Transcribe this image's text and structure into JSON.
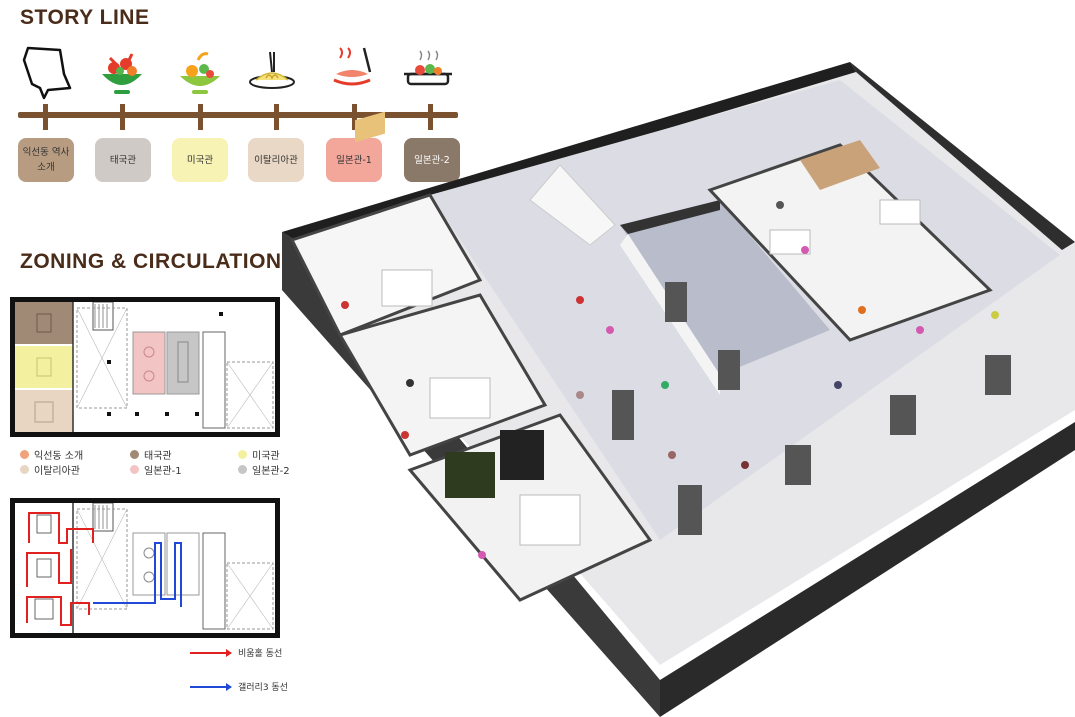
{
  "story_title": "STORY LINE",
  "zoning_title": "ZONING & CIRCULATION",
  "timeline": [
    {
      "label": "익선동 역사 소개",
      "color": "#b89c82",
      "icon": "map-icon"
    },
    {
      "label": "태국관",
      "color": "#cfcac5",
      "icon": "thai-food-icon"
    },
    {
      "label": "미국관",
      "color": "#f6f3b4",
      "icon": "american-food-icon"
    },
    {
      "label": "이탈리아관",
      "color": "#ead8c6",
      "icon": "italian-food-icon"
    },
    {
      "label": "일본관-1",
      "color": "#f3a69a",
      "icon": "japanese-food-1-icon"
    },
    {
      "label": "일본관-2",
      "color": "#8a7868",
      "icon": "japanese-food-2-icon"
    }
  ],
  "zone_legend": [
    {
      "label": "익선동 소개",
      "color": "#f0a27a"
    },
    {
      "label": "태국관",
      "color": "#a08a76"
    },
    {
      "label": "미국관",
      "color": "#f3f0a0"
    },
    {
      "label": "이탈리아관",
      "color": "#e8d5c2"
    },
    {
      "label": "일본관-1",
      "color": "#f2c4c4"
    },
    {
      "label": "일본관-2",
      "color": "#c6c6c6"
    }
  ],
  "circulation_legend": [
    {
      "label": "비움홀 동선",
      "color": "#e32020"
    },
    {
      "label": "갤러리3 동선",
      "color": "#1f49d6"
    }
  ]
}
